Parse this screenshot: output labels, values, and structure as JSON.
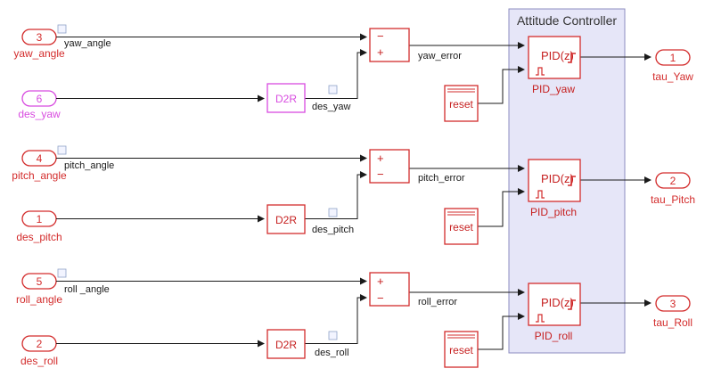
{
  "subsystem": {
    "title": "Attitude Controller"
  },
  "inputs": [
    {
      "num": "3",
      "name": "yaw_angle"
    },
    {
      "num": "6",
      "name": "des_yaw"
    },
    {
      "num": "4",
      "name": "pitch_angle"
    },
    {
      "num": "1",
      "name": "des_pitch"
    },
    {
      "num": "5",
      "name": "roll_angle"
    },
    {
      "num": "2",
      "name": "des_roll"
    }
  ],
  "d2r": [
    {
      "label": "D2R",
      "out_signal": "des_yaw"
    },
    {
      "label": "D2R",
      "out_signal": "des_pitch"
    },
    {
      "label": "D2R",
      "out_signal": "des_roll"
    }
  ],
  "signals": {
    "yaw_angle": "yaw_angle",
    "pitch_angle": "pitch_angle",
    "roll_angle": "roll _angle"
  },
  "sums": [
    {
      "top": "−",
      "bottom": "+",
      "out_signal": "yaw_error"
    },
    {
      "top": "+",
      "bottom": "−",
      "out_signal": "pitch_error"
    },
    {
      "top": "+",
      "bottom": "−",
      "out_signal": "roll_error"
    }
  ],
  "resets": [
    "reset",
    "reset",
    "reset"
  ],
  "pids": [
    {
      "label": "PID(z)",
      "name": "PID_yaw"
    },
    {
      "label": "PID(z)",
      "name": "PID_pitch"
    },
    {
      "label": "PID(z)",
      "name": "PID_roll"
    }
  ],
  "outputs": [
    {
      "num": "1",
      "name": "tau_Yaw"
    },
    {
      "num": "2",
      "name": "tau_Pitch"
    },
    {
      "num": "3",
      "name": "tau_Roll"
    }
  ],
  "colors": {
    "block_red": "#d32c2c",
    "port_magenta": "#d84ce0",
    "subsystem_fill": "#e6e6f8"
  }
}
